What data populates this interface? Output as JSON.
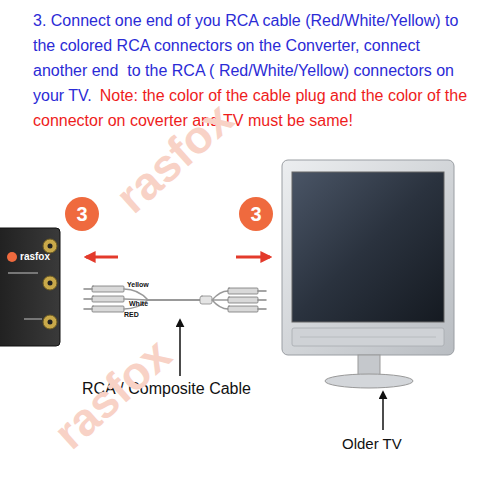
{
  "diagram": {
    "nodes": [
      {
        "text": [
          "3"
        ]
      },
      {
        "text": [
          "3"
        ]
      }
    ],
    "labels": [
      "3. Connect one end of you RCA cable (Red/White/Yellow) to the colored RCA connectors on the Converter, connect another end  to the RCA ( Red/White/Yellow) connectors on your TV.",
      "Note: the color of the cable plug and the color of the connector on coverter and TV must be same!",
      "rasfox",
      "Yellow",
      "White",
      "RED",
      "RCA / Composite Cable",
      "Older TV",
      "rasfox",
      "rasfox"
    ]
  }
}
